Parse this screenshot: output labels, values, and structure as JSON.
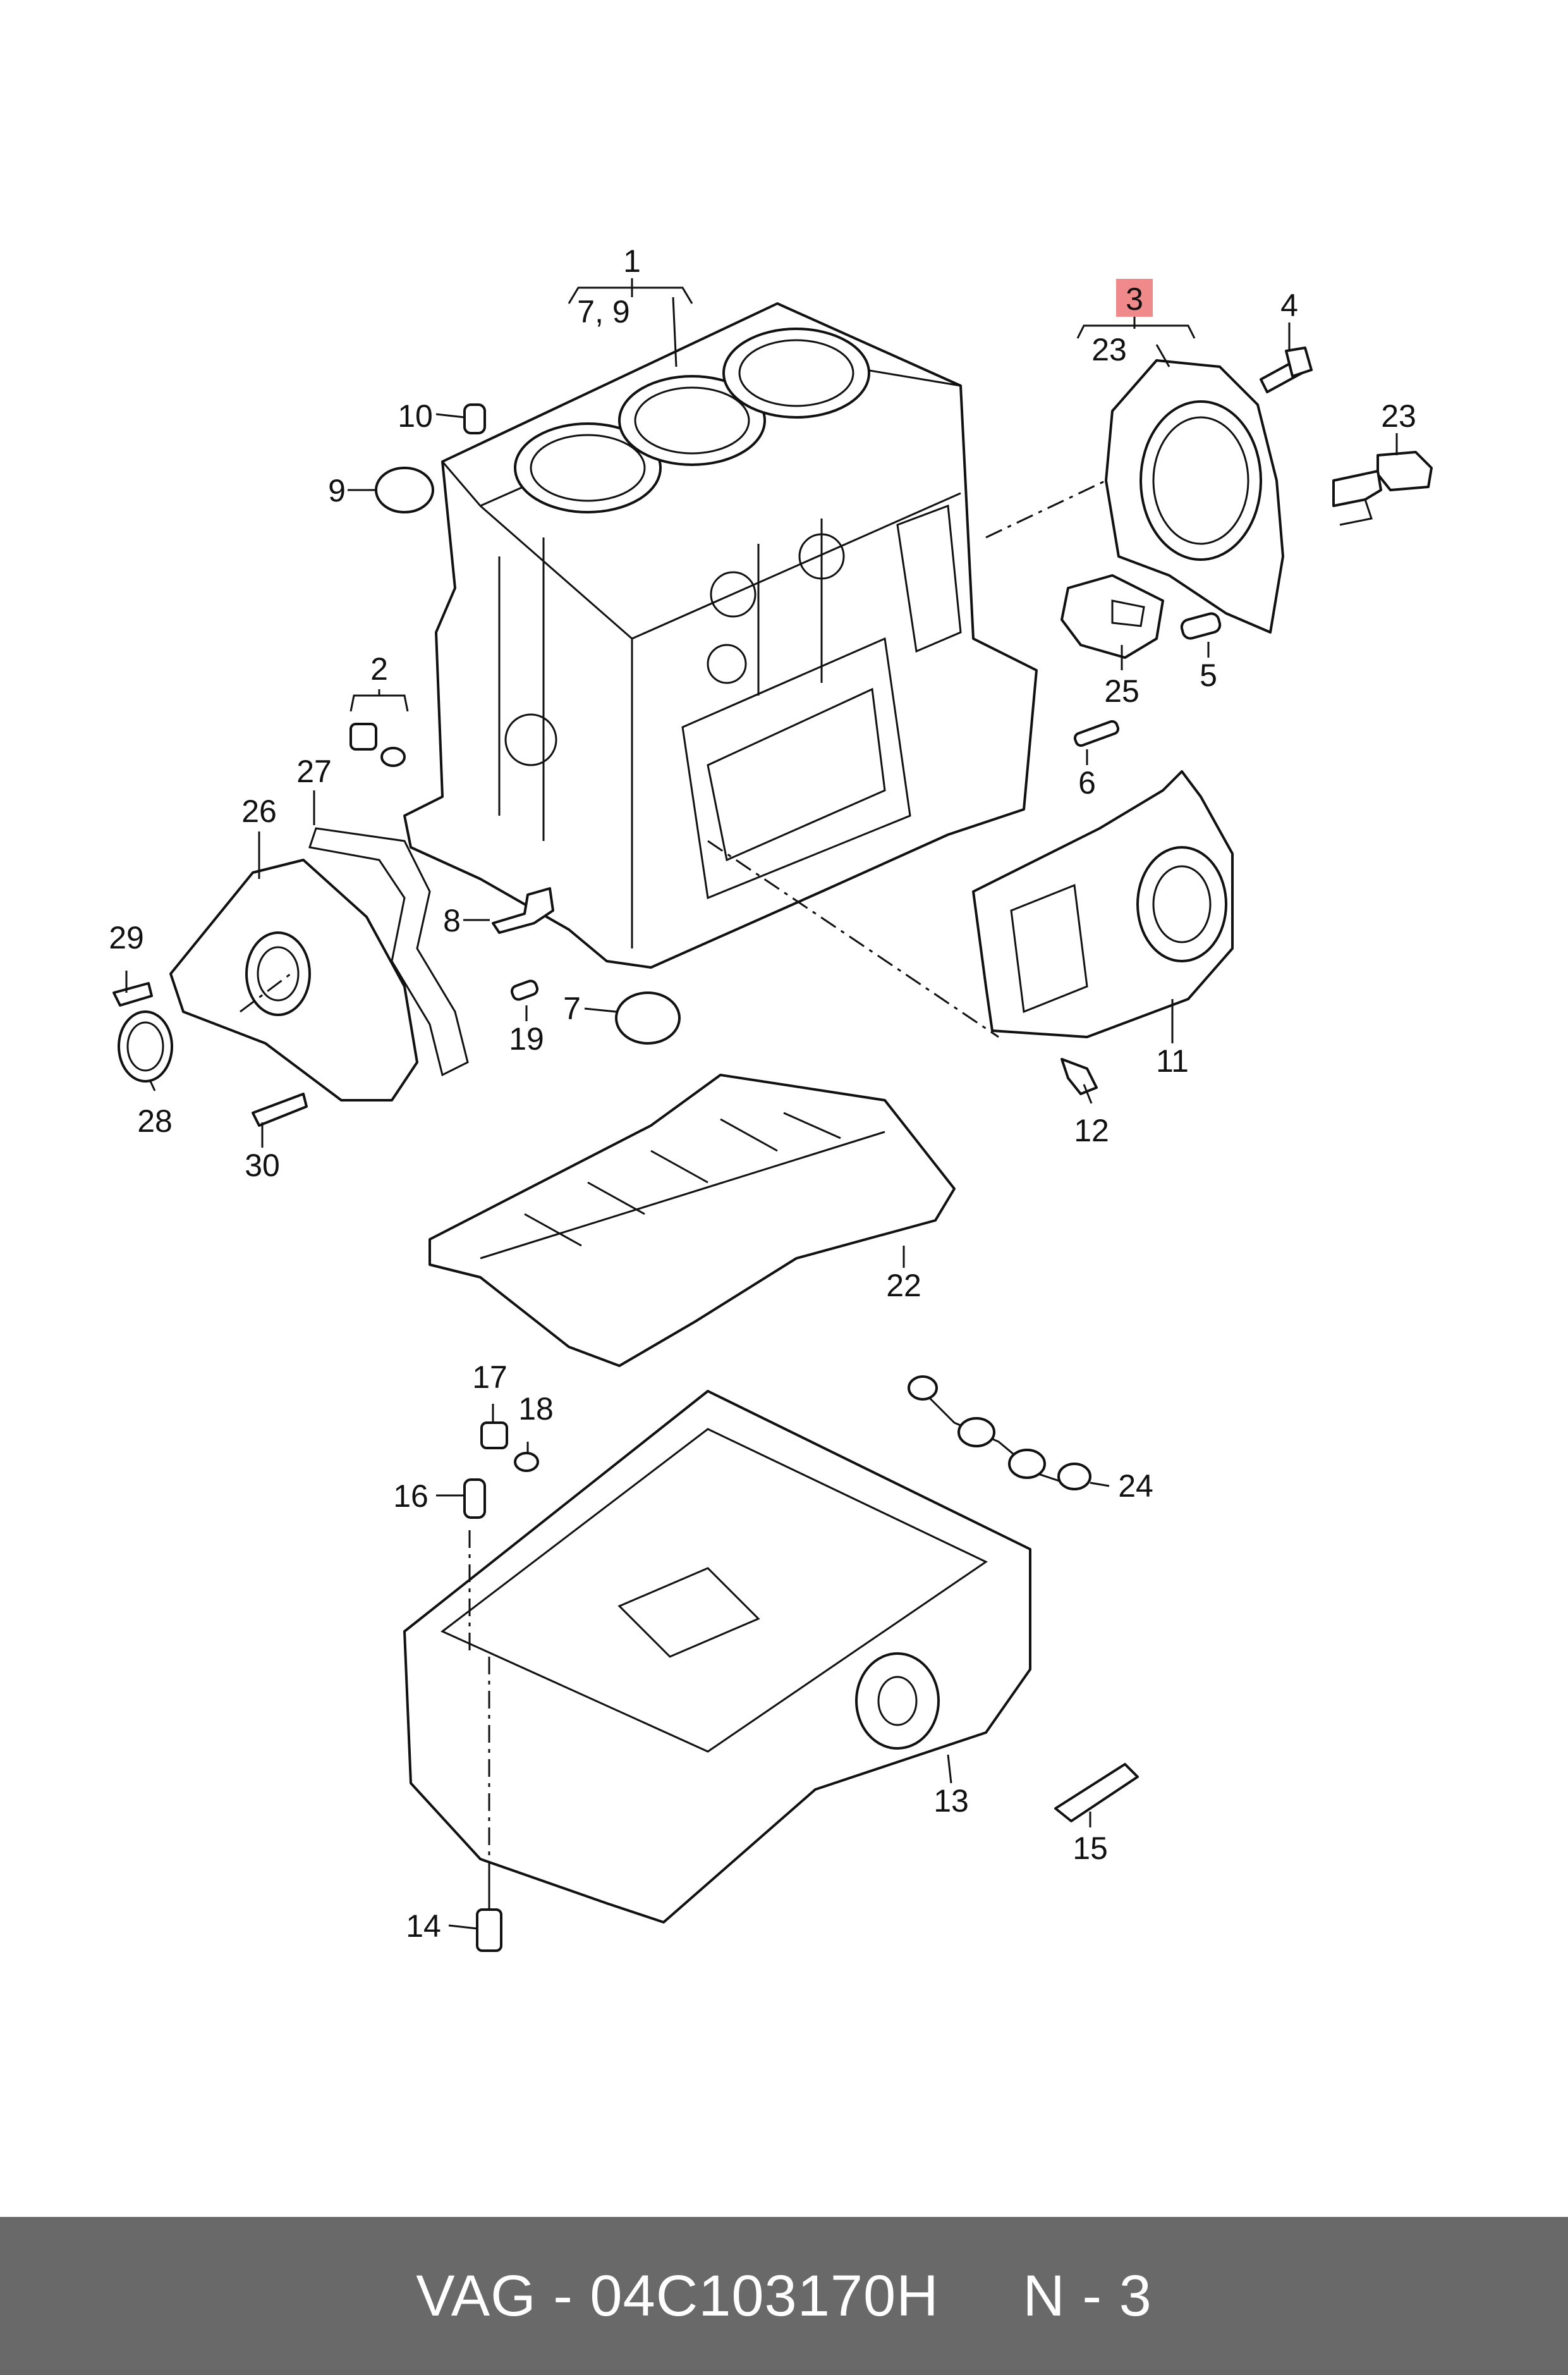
{
  "callouts": [
    {
      "id": "1",
      "text": "1"
    },
    {
      "id": "1-sub",
      "text": "7, 9"
    },
    {
      "id": "2",
      "text": "2"
    },
    {
      "id": "3",
      "text": "3",
      "highlighted": true
    },
    {
      "id": "3-sub",
      "text": "23"
    },
    {
      "id": "4",
      "text": "4"
    },
    {
      "id": "5",
      "text": "5"
    },
    {
      "id": "6",
      "text": "6"
    },
    {
      "id": "7",
      "text": "7"
    },
    {
      "id": "8",
      "text": "8"
    },
    {
      "id": "9",
      "text": "9"
    },
    {
      "id": "10",
      "text": "10"
    },
    {
      "id": "11",
      "text": "11"
    },
    {
      "id": "12",
      "text": "12"
    },
    {
      "id": "13",
      "text": "13"
    },
    {
      "id": "14",
      "text": "14"
    },
    {
      "id": "15",
      "text": "15"
    },
    {
      "id": "16",
      "text": "16"
    },
    {
      "id": "17",
      "text": "17"
    },
    {
      "id": "18",
      "text": "18"
    },
    {
      "id": "19",
      "text": "19"
    },
    {
      "id": "22",
      "text": "22"
    },
    {
      "id": "23",
      "text": "23"
    },
    {
      "id": "24",
      "text": "24"
    },
    {
      "id": "25",
      "text": "25"
    },
    {
      "id": "26",
      "text": "26"
    },
    {
      "id": "27",
      "text": "27"
    },
    {
      "id": "28",
      "text": "28"
    },
    {
      "id": "29",
      "text": "29"
    },
    {
      "id": "30",
      "text": "30"
    }
  ],
  "colors": {
    "highlight": "#f08a8a",
    "footer_bg": "#696969",
    "footer_text": "#ffffff",
    "line": "#111111"
  },
  "footer": {
    "caption": "VAG - 04C103170H     N - 3"
  }
}
